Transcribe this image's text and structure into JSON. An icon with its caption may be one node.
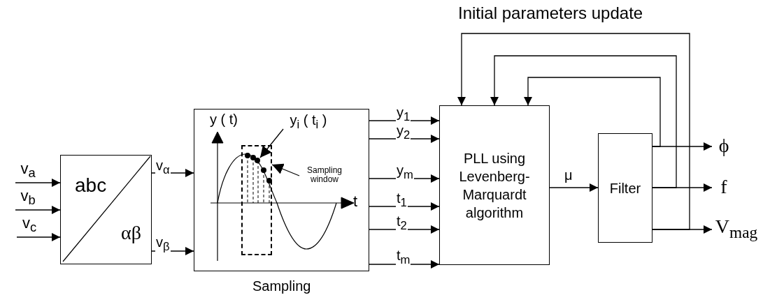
{
  "diagram": {
    "nodes": [
      {
        "text": [
          "v$_{a}$"
        ]
      },
      {
        "text": [
          "v$_{b}$"
        ]
      },
      {
        "text": [
          "v$_{c}$"
        ]
      },
      {
        "text": [
          "abc",
          "αβ"
        ]
      },
      {
        "text": [
          "Sampling"
        ]
      },
      {
        "text": [
          "y$_{i}$ ( t$_{i}$ )"
        ],
        "in": 4
      },
      {
        "text": [],
        "shape": "circle",
        "in": 8
      },
      {
        "text": [
          "Sampling window"
        ],
        "in": 4
      },
      {
        "text": [],
        "shape": "box",
        "in": 4
      },
      {
        "text": [
          "PLL using Levenberg-Marquardt algorithm"
        ]
      },
      {
        "text": [
          "Filter"
        ]
      },
      {
        "text": [
          "ϕ"
        ]
      },
      {
        "text": [
          "f"
        ]
      },
      {
        "text": [
          "V$_{mag}$"
        ]
      }
    ],
    "edges": [
      {
        "from": 0,
        "to": 3,
        "arrow": "to"
      },
      {
        "from": 1,
        "to": 3,
        "arrow": "to"
      },
      {
        "from": 2,
        "to": 3,
        "arrow": "to"
      },
      {
        "from": 3,
        "to": 4,
        "arrow": "to",
        "label": "v$_{α}$"
      },
      {
        "from": 3,
        "to": 4,
        "arrow": "to",
        "label": "v$_{β}$"
      },
      {
        "from": 4,
        "to": 9,
        "arrow": "to",
        "label": "y$_{1}$"
      },
      {
        "from": 4,
        "to": 9,
        "arrow": "to",
        "label": "y$_{2}$"
      },
      {
        "from": 4,
        "to": 9,
        "arrow": "to",
        "label": "y$_{m}$"
      },
      {
        "from": 4,
        "to": 9,
        "arrow": "to",
        "label": "t$_{1}$"
      },
      {
        "from": 4,
        "to": 9,
        "arrow": "to",
        "label": "t$_{2}$"
      },
      {
        "from": 4,
        "to": 9,
        "arrow": "to",
        "label": "t$_{m}$"
      },
      {
        "from": 9,
        "to": 10,
        "arrow": "to",
        "label": "μ"
      },
      {
        "from": 10,
        "to": 11,
        "arrow": "to"
      },
      {
        "from": 10,
        "to": 12,
        "arrow": "to"
      },
      {
        "from": 10,
        "to": 13,
        "arrow": "to"
      },
      {
        "from": 10,
        "to": 9,
        "arrow": "to"
      },
      {
        "from": 10,
        "to": 9,
        "arrow": "to"
      },
      {
        "from": 10,
        "to": 9,
        "arrow": "to"
      },
      {
        "from": 5,
        "to": 6,
        "arrow": "to"
      },
      {
        "from": 7,
        "to": 8,
        "arrow": "to"
      }
    ],
    "labels": [
      "Initial parameters update",
      "y ( t)",
      "t"
    ]
  }
}
